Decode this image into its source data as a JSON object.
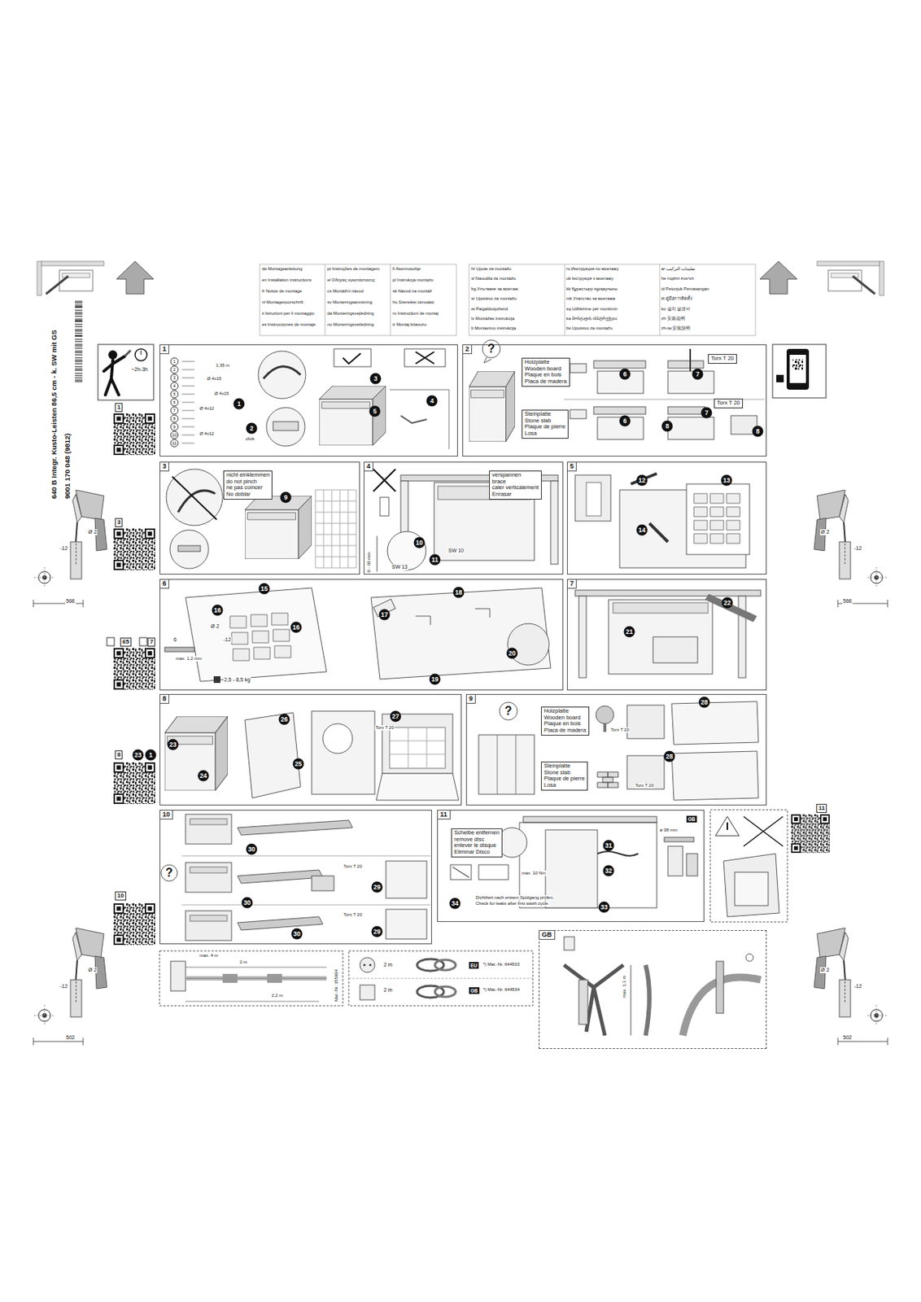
{
  "diagram": {
    "nodes": [
      {
        "text": [
          "1"
        ]
      },
      {
        "text": [
          "2"
        ]
      },
      {
        "text": [
          "Holzplatte",
          "Wooden board",
          "Plaque en bois",
          "Placa de madera"
        ],
        "in": 1
      },
      {
        "text": [
          "Steinplatte",
          "Stone slab",
          "Plaque de pierre",
          "Losa"
        ],
        "in": 1
      },
      {
        "text": [
          "Torx T 20"
        ],
        "in": 1
      },
      {
        "text": [
          "Torx T 20"
        ],
        "in": 1
      },
      {
        "text": [
          "3"
        ]
      },
      {
        "text": [
          "nicht einklemmen",
          "do not pinch",
          "ne pas coincer",
          "No doblar"
        ],
        "in": 6
      },
      {
        "text": [
          "4"
        ]
      },
      {
        "text": [
          "verspannen",
          "brace",
          "caler verticalement",
          "Enrasar"
        ],
        "in": 8
      },
      {
        "text": [
          "5"
        ]
      },
      {
        "text": [
          "6"
        ]
      },
      {
        "text": [
          "7"
        ]
      },
      {
        "text": [
          "8"
        ]
      },
      {
        "text": [
          "9"
        ]
      },
      {
        "text": [
          "Holzplatte",
          "Wooden board",
          "Plaque en bois",
          "Placa de madera"
        ],
        "in": 14
      },
      {
        "text": [
          "Steinplatte",
          "Stone slab",
          "Plaque de pierre",
          "Losa"
        ],
        "in": 14
      },
      {
        "text": [
          "10"
        ]
      },
      {
        "text": [
          "11"
        ]
      },
      {
        "text": [
          "Scheibe entfernen",
          "remove disc",
          "enlever le disque",
          "Eliminar Disco"
        ],
        "in": 18
      },
      {
        "text": [
          "GB"
        ]
      }
    ],
    "labels": [
      "de Montageanleitung",
      "en Installation instructions",
      "fr Notice de montage",
      "nl Montagevoorschrift",
      "it Istruzioni per il montaggio",
      "es Instrucciones de montaje",
      "pt Instruções de montagem",
      "el Οδηγίες εγκατάστασης",
      "cs Montážní návod",
      "sv Monteringsanvisning",
      "da Monteringsvejledning",
      "no Monteringsveiledning",
      "fi Asennusohje",
      "pl Instrukcja montażu",
      "sk Návod na montáž",
      "hu Szerelési útmutató",
      "ro Instrucţiuni de montaj",
      "tr Montaj kılavuzu",
      "hr Upute za montažu",
      "sl Navodila za montažo",
      "bg Упътване за монтаж",
      "sr Uputstvo za montažu",
      "et Paigaldusjuhend",
      "lv Montāžas instrukcija",
      "lt Montavimo instrukcija",
      "ru Инструкция по монтажу",
      "uk Інструкція з монтажу",
      "kk Құрастыру нұсқаулығы",
      "mk Упатство за монтажа",
      "sq Udhëzime për montimin",
      "ka მონტაჟის ინსტრუქცია",
      "bs Uputstvo za montažu",
      "ar تعليمات التركيب",
      "he הוראות התקנה",
      "id Petunjuk Pemasangan",
      "th คู่มือการติดตั้ง",
      "ko 설치 설명서",
      "zh 安装说明",
      "zh-tw 安裝說明",
      "640 B Integr. Kusto-Leisten 86,5 cm - k. SW mit GS",
      "9001 170 048 (9812)",
      "~2h-3h",
      "1",
      "3",
      "65",
      "7",
      "8",
      "23",
      "1",
      "10",
      "11",
      "Ø 2",
      "-12",
      "566",
      "Ø 2",
      "-12",
      "566",
      "Ø 2",
      "-12",
      "502",
      "Ø 2",
      "-12",
      "502",
      "1",
      "2",
      "3",
      "4",
      "5",
      "6",
      "7",
      "6",
      "7",
      "8",
      "8",
      "?",
      "9",
      "10",
      "11",
      "SW 10",
      "SW 13",
      "0 - 60 mm",
      "12",
      "13",
      "14",
      "15",
      "16",
      "16",
      "17",
      "18",
      "19",
      "20",
      "Ø 2",
      "-12",
      "6",
      "max. 1,2 mm",
      "2,5 - 8,5 kg",
      "21",
      "22",
      "23",
      "24",
      "25",
      "26",
      "27",
      "Torx T 20",
      "28",
      "28",
      "?",
      "Torx T 20",
      "Torx T 20",
      "30",
      "30",
      "30",
      "29",
      "29",
      "?",
      "Torx T 20",
      "Torx T 20",
      "31",
      "32",
      "33",
      "34",
      "max. 10 Nm",
      "ø 38 mm",
      "GB",
      "Dichtheit nach erstem Spülgang prüfen.",
      "Check for leaks after first wash cycle.",
      "max. 4 m",
      "2 m",
      "2,2 m",
      "Mat.-Nr. 355994",
      "2 m",
      "2 m",
      "EU",
      "*) Mat.-Nr. 644533",
      "GB",
      "*) Mat.-Nr. 644534",
      "max. 1,1 m",
      "1,35 m",
      "Ø 4x15",
      "Ø 4x15",
      "Ø 4x12",
      "Ø 4x12",
      "1",
      "2",
      "3",
      "4",
      "5",
      "6",
      "7",
      "8",
      "9",
      "10",
      "11",
      "click"
    ]
  }
}
